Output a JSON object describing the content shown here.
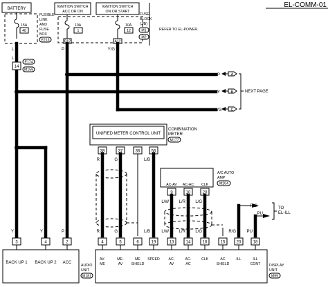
{
  "title": "EL-COMM-01",
  "sources": {
    "battery": "BATTERY",
    "ignition_acc_line1": "IGNITION SWITCH",
    "ignition_acc_line2": "ACC OR ON",
    "ignition_on_line1": "IGNITION SWITCH",
    "ignition_on_line2": "ON OR START",
    "refer_note": "REFER TO EL-POWER."
  },
  "fuses": {
    "f1_amp": "15A",
    "f1_num": "40",
    "f1_label": [
      "FUSIBLE",
      "LINK",
      "AND",
      "FUSE",
      "BOX"
    ],
    "f1_ref": "E213",
    "f2_amp": "10A",
    "f2_num": "1",
    "f3_amp": "10A",
    "f3_num": "12",
    "f3_label": [
      "FUSE",
      "BLOCK",
      "(J/B)"
    ],
    "f3_ref1": "M1",
    "f3_ref2": "M2"
  },
  "connectors": {
    "b12": "B12",
    "a12": "A12",
    "c14": "14",
    "e174": "E174",
    "m159": "M159"
  },
  "wire_colors": {
    "l": "L",
    "p": "P",
    "y": "Y",
    "yg": "Y/G",
    "r": "R",
    "g": "G",
    "lb": "L/B",
    "lw": "L/W",
    "lr": "L/R",
    "lg": "L/G",
    "rg": "R/G",
    "pu": "PU"
  },
  "next_page": {
    "label": "NEXT PAGE",
    "a_color": "P",
    "a": "A",
    "b_color": "Y",
    "b": "B",
    "c_color": "Y/G",
    "c": "C"
  },
  "combination_meter": {
    "unit_label": "UNIFIED METER CONTROL UNIT",
    "label_line1": "COMBINATION",
    "label_line2": "METER",
    "ref": "M177",
    "pins": [
      "38",
      "37",
      "36",
      "56"
    ]
  },
  "ac_amp": {
    "label_line1": "A/C AUTO",
    "label_line2": "AMP",
    "ref": "M204",
    "pin_names": [
      "AC-AV",
      "AC-AC",
      "CLK"
    ],
    "pins": [
      "9",
      "10",
      "20"
    ]
  },
  "to_ill": {
    "line1": "TO",
    "line2": "EL-ILL"
  },
  "audio_unit": {
    "label_line1": "AUDIO",
    "label_line2": "UNIT",
    "ref": "M181",
    "pins": [
      "3",
      "4",
      "2"
    ],
    "pin_names": [
      "BACK UP 1",
      "BACK UP 2",
      "ACC"
    ]
  },
  "display_unit": {
    "label_line1": "DISPLAY",
    "label_line2": "UNIT",
    "ref": "M99",
    "pins": [
      "4",
      "5",
      "6",
      "19",
      "13",
      "14",
      "16",
      "15",
      "20",
      "18"
    ],
    "pin_names_top": [
      "AV-",
      "ME-",
      "ME",
      "SPEED",
      "AC-",
      "AC-",
      "CLK",
      "AC",
      "ILL",
      "ILL"
    ],
    "pin_names_bottom": [
      "ME",
      "AV",
      "SHIELD",
      "",
      "AV",
      "AC",
      "",
      "SHIELD",
      "",
      "CONT"
    ]
  }
}
